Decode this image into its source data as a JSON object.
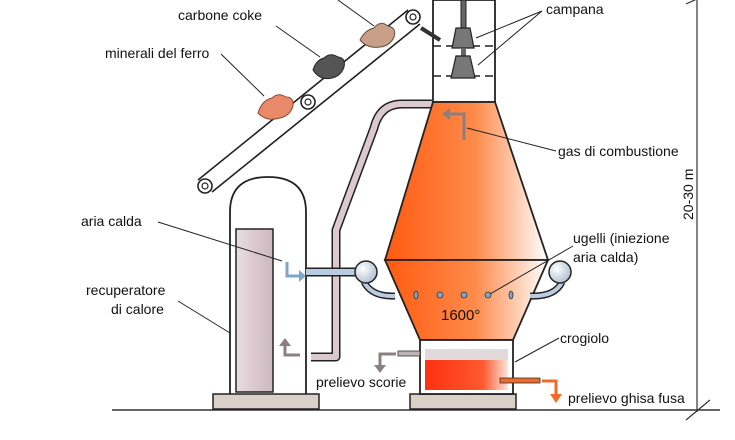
{
  "labels": {
    "carbone_coke": "carbone coke",
    "minerali": "minerali del ferro",
    "campana": "campana",
    "gas": "gas di combustione",
    "aria_calda": "aria calda",
    "ugelli_1": "ugelli (iniezione",
    "ugelli_2": "aria calda)",
    "recuperatore_1": "recuperatore",
    "recuperatore_2": "di calore",
    "temperatura": "1600°",
    "crogiolo": "crogiolo",
    "scorie": "prelievo scorie",
    "ghisa": "prelievo ghisa fusa",
    "altezza": "20-30 m"
  },
  "colors": {
    "furnace_hot": "#ff6a1f",
    "crucible_hot": "#ff3b1a",
    "hot_air_arrow": "#7fa6c9",
    "gas_arrow": "#8a8080",
    "pipe": "#dcc9cf",
    "ground_base": "#d9d0c8",
    "ghisa_arrow": "#f06a2a"
  }
}
